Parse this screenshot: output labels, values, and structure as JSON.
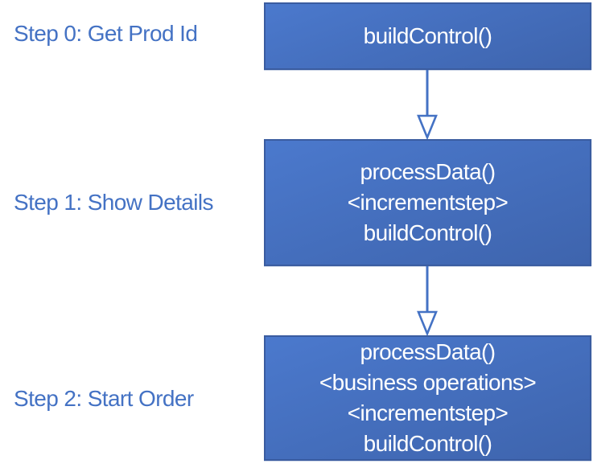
{
  "diagram": {
    "steps": [
      {
        "label": "Step 0: Get Prod Id",
        "box_lines": [
          "buildControl()"
        ]
      },
      {
        "label": "Step 1: Show Details",
        "box_lines": [
          "processData()",
          "<incrementstep>",
          "buildControl()"
        ]
      },
      {
        "label": "Step 2: Start Order",
        "box_lines": [
          "processData()",
          "<business operations>",
          "<incrementstep>",
          "buildControl()"
        ]
      }
    ],
    "colors": {
      "background": "#FFFFFF",
      "label_text": "#4472C4",
      "box_fill_top": "#4B79CD",
      "box_fill_bottom": "#3E64AD",
      "box_border": "#3A5CA0",
      "box_text": "#FFFFFF",
      "arrow": "#4472C4"
    }
  }
}
